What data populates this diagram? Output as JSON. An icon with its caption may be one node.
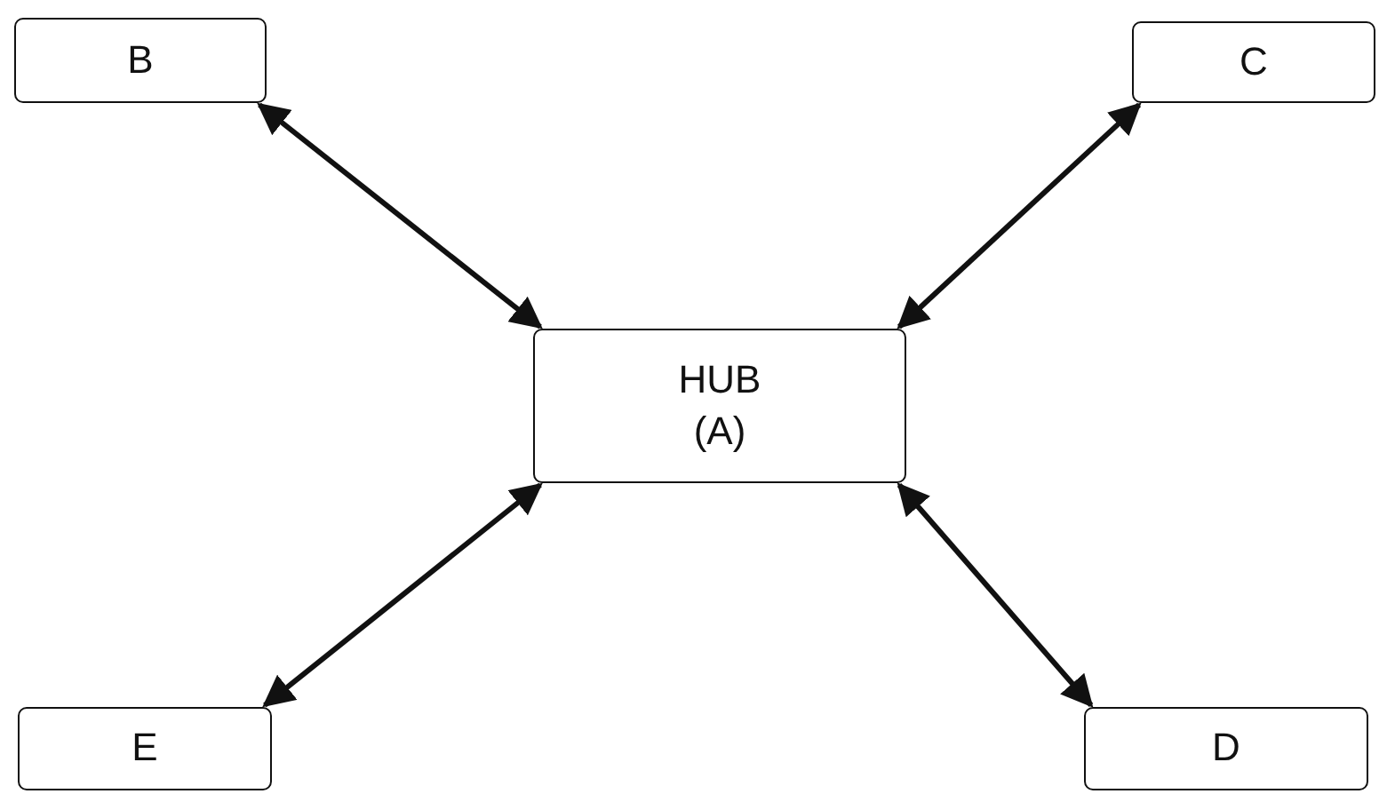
{
  "diagram": {
    "nodes": [
      {
        "text": [
          "B"
        ]
      },
      {
        "text": [
          "C"
        ]
      },
      {
        "text": [
          "HUB (A)"
        ]
      },
      {
        "text": [
          "E"
        ]
      },
      {
        "text": [
          "D"
        ]
      }
    ],
    "edges": [
      {
        "from": 0,
        "to": 2,
        "arrow": "both"
      },
      {
        "from": 1,
        "to": 2,
        "arrow": "both"
      },
      {
        "from": 2,
        "to": 3,
        "arrow": "both"
      },
      {
        "from": 2,
        "to": 4,
        "arrow": "both"
      }
    ]
  }
}
